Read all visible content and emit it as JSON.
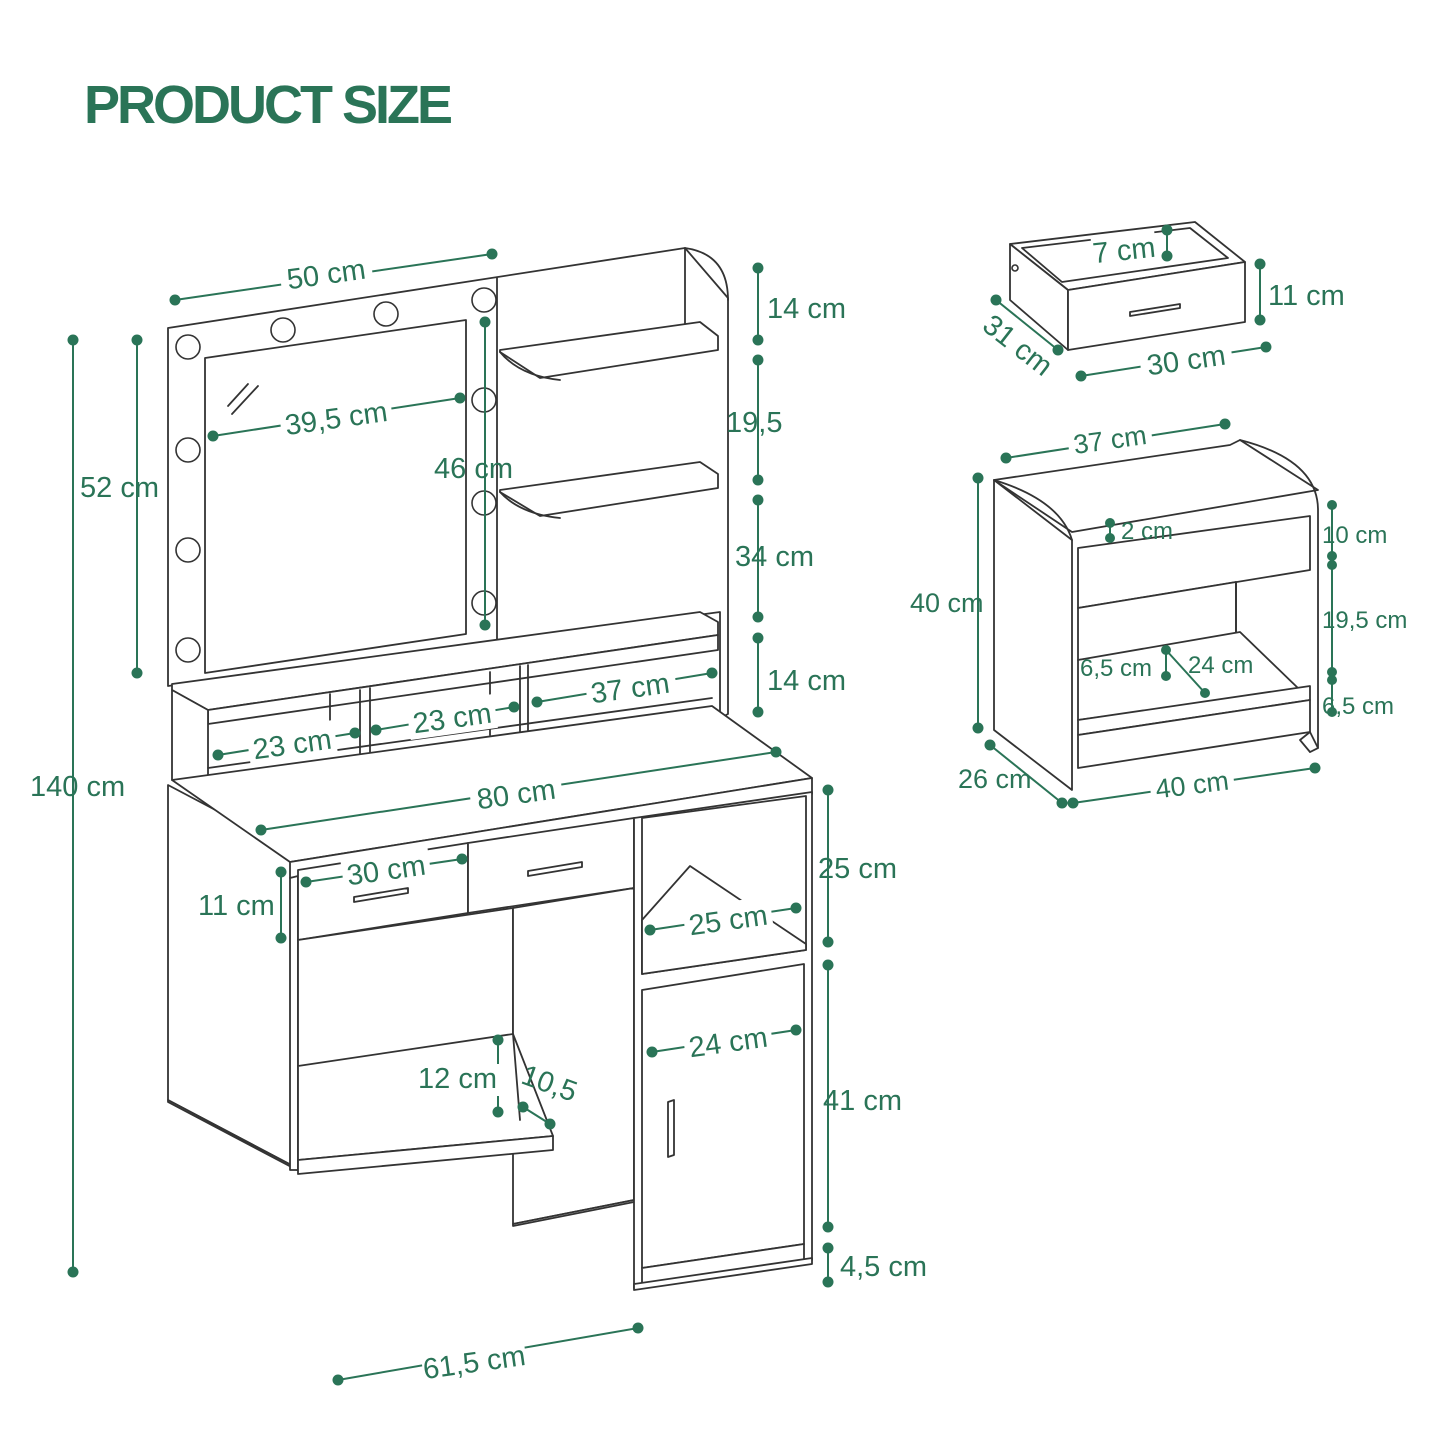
{
  "title": "PRODUCT SIZE",
  "colors": {
    "accent": "#2a7457",
    "line": "#333333",
    "background": "#ffffff"
  },
  "dimensions": {
    "mirror_width": "50 cm",
    "mirror_inner_width": "39,5 cm",
    "mirror_height": "52 cm",
    "mirror_inner_height": "46 cm",
    "overall_height": "140 cm",
    "shelf_top": "14 cm",
    "shelf_2": "19,5",
    "shelf_3": "34 cm",
    "shelf_4": "14 cm",
    "shelf_depth": "37 cm",
    "cubby_1": "23 cm",
    "cubby_2": "23 cm",
    "desk_width": "80 cm",
    "drawer_width": "30 cm",
    "drawer_height": "11 cm",
    "open_shelf_height": "25 cm",
    "open_shelf_width": "25 cm",
    "cabinet_width": "24 cm",
    "cabinet_height": "41 cm",
    "base_height": "4,5 cm",
    "footrest_height": "12 cm",
    "footrest_depth": "10,5",
    "desk_depth": "61,5 cm",
    "det_drawer_inner": "7 cm",
    "det_drawer_height": "11 cm",
    "det_drawer_depth": "31 cm",
    "det_drawer_width": "30 cm",
    "stool_width_top": "37 cm",
    "stool_height": "40 cm",
    "stool_depth": "26 cm",
    "stool_width": "40 cm",
    "stool_top_thickness": "2 cm",
    "stool_top_gap": "10 cm",
    "stool_mid": "19,5 cm",
    "stool_lower": "6,5 cm",
    "stool_shelf_height": "6,5 cm",
    "stool_shelf_depth": "24 cm"
  }
}
